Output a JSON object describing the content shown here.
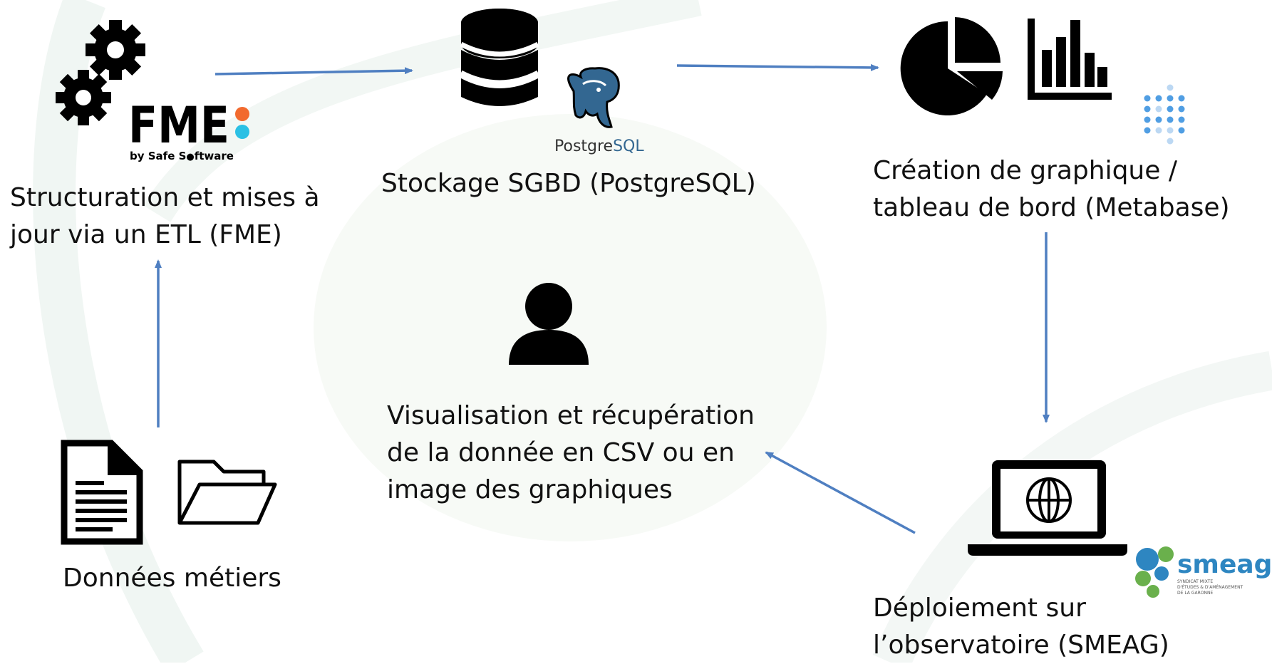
{
  "nodes": {
    "etl": {
      "label_line1": "Structuration et mises à",
      "label_line2": "jour via un ETL (FME)"
    },
    "storage": {
      "label": "Stockage SGBD (PostgreSQL)"
    },
    "dashboard": {
      "label_line1": "Création de graphique /",
      "label_line2": "tableau de bord (Metabase)"
    },
    "deploy": {
      "label_line1": "Déploiement sur",
      "label_line2": "l’observatoire (SMEAG)"
    },
    "visualisation": {
      "label_line1": "Visualisation et récupération",
      "label_line2": "de la donnée en CSV ou en",
      "label_line3": "image des graphiques"
    },
    "data": {
      "label": "Données métiers"
    }
  },
  "logos": {
    "fme": {
      "text": "FME",
      "subtext_before": "by Safe S",
      "subtext_after": "ftware",
      "dot_colors": [
        "#f26a2e",
        "#2bc0e4"
      ]
    },
    "postgres": {
      "text_a": "Postgre",
      "text_b": "SQL",
      "color": "#336791"
    },
    "smeag": {
      "text": "smeag",
      "tagline_1": "SYNDICAT MIXTE",
      "tagline_2": "D'ÉTUDES & D'AMÉNAGEMENT",
      "tagline_3": "DE LA GARONNE"
    }
  },
  "colors": {
    "arrow": "#4f7fc1",
    "icon": "#000000",
    "metabase": "#509ee3",
    "smeag_green": "#6ab04c",
    "smeag_blue": "#2e86c1"
  }
}
